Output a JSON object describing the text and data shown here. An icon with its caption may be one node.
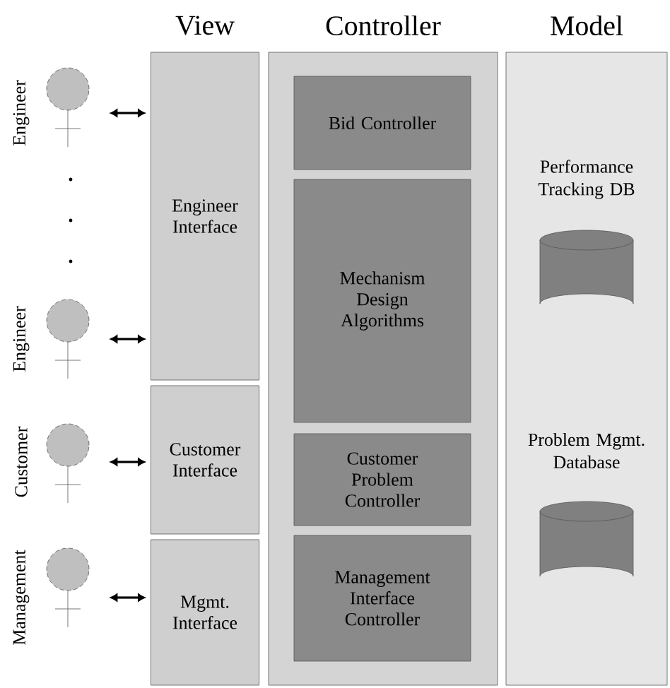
{
  "diagram": {
    "nodes": [
      {
        "text": [
          "Engineer"
        ]
      },
      {
        "text": [
          "Engineer"
        ]
      },
      {
        "text": [
          "Customer"
        ]
      },
      {
        "text": [
          "Management"
        ]
      },
      {
        "text": [
          "Engineer Interface"
        ]
      },
      {
        "text": [
          "Customer Interface"
        ]
      },
      {
        "text": [
          "Mgmt. Interface"
        ]
      },
      {
        "text": [
          "Controller"
        ]
      },
      {
        "text": [
          "Bid Controller"
        ],
        "in": 7
      },
      {
        "text": [
          "Mechanism Design Algorithms"
        ],
        "in": 7
      },
      {
        "text": [
          "Customer Problem Controller"
        ],
        "in": 7
      },
      {
        "text": [
          "Management Interface Controller"
        ],
        "in": 7
      },
      {
        "text": [
          "Model"
        ]
      },
      {
        "text": [
          "Performance Tracking DB"
        ],
        "in": 12
      },
      {
        "text": [
          "Problem Mgmt. Database"
        ],
        "in": 12
      }
    ],
    "edges": [
      {
        "from": 0,
        "to": 4,
        "arrow": "both"
      },
      {
        "from": 1,
        "to": 4,
        "arrow": "both"
      },
      {
        "from": 2,
        "to": 5,
        "arrow": "both"
      },
      {
        "from": 3,
        "to": 6,
        "arrow": "both"
      }
    ],
    "labels": [
      "View"
    ]
  }
}
